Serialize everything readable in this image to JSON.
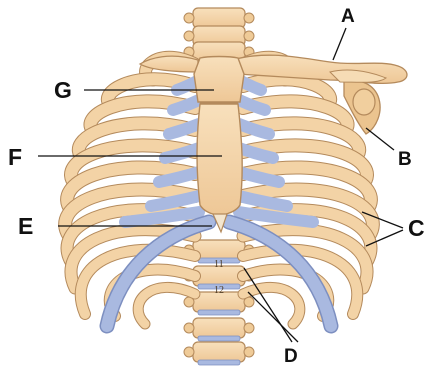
{
  "colors": {
    "bone": "#f3d3a6",
    "bone_outline": "#b48a5c",
    "cartilage": "#a9b9e0",
    "cartilage_outline": "#7d8fc0",
    "label_ink": "#111111"
  },
  "labels": {
    "a": "A",
    "b": "B",
    "c": "C",
    "d": "D",
    "e": "E",
    "f": "F",
    "g": "G"
  },
  "vertebra_numbers": {
    "t11": "11",
    "t12": "12"
  }
}
